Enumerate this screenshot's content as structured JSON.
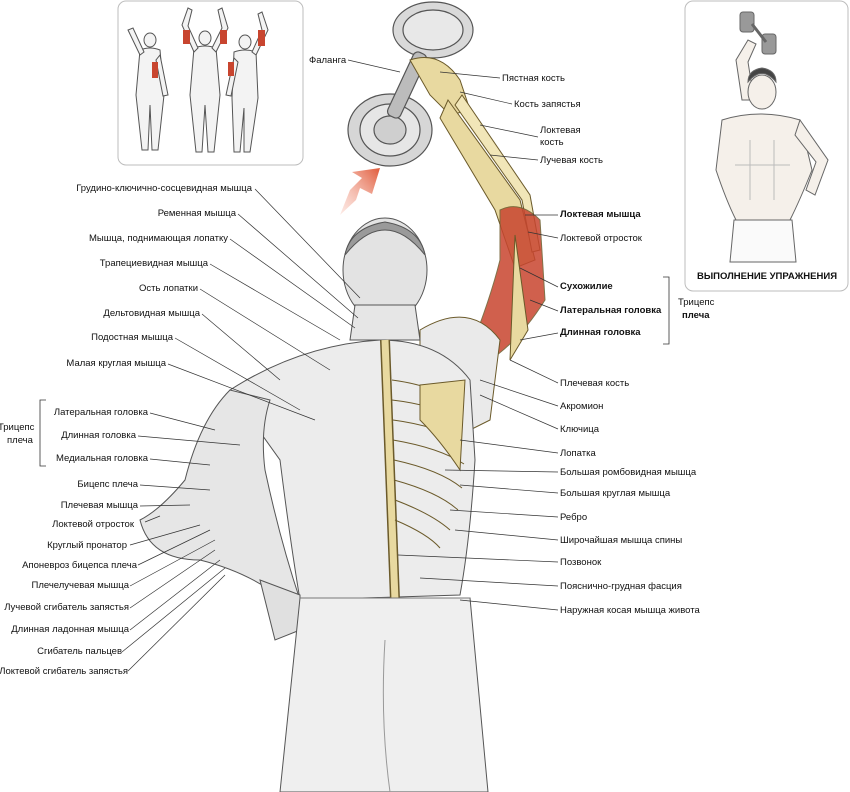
{
  "labels": {
    "right": [
      {
        "id": "falanga",
        "text": "Фаланга"
      },
      {
        "id": "pyastnaya",
        "text": "Пястная кость"
      },
      {
        "id": "zapyastya",
        "text": "Кость запястья"
      },
      {
        "id": "loktevaya_kost1",
        "text": "Локтевая"
      },
      {
        "id": "loktevaya_kost2",
        "text": "кость"
      },
      {
        "id": "luchevaya",
        "text": "Лучевая кость"
      },
      {
        "id": "loktevaya_myshca",
        "text": "Локтевая мышца"
      },
      {
        "id": "loktevoy_otrostok_r",
        "text": "Локтевой отросток"
      },
      {
        "id": "suhozhilie",
        "text": "Сухожилие"
      },
      {
        "id": "lat_golovka_r",
        "text": "Латеральная головка"
      },
      {
        "id": "dl_golovka_r",
        "text": "Длинная головка"
      },
      {
        "id": "triceps_r1",
        "text": "Трицепс"
      },
      {
        "id": "triceps_r2",
        "text": "плеча"
      },
      {
        "id": "plechevaya_kost",
        "text": "Плечевая кость"
      },
      {
        "id": "akromion",
        "text": "Акромион"
      },
      {
        "id": "klyuchica",
        "text": "Ключица"
      },
      {
        "id": "lopatka",
        "text": "Лопатка"
      },
      {
        "id": "romb",
        "text": "Большая ромбовидная мышца"
      },
      {
        "id": "bkr",
        "text": "Большая круглая мышца"
      },
      {
        "id": "rebro",
        "text": "Ребро"
      },
      {
        "id": "shir",
        "text": "Широчайшая мышца спины"
      },
      {
        "id": "pozvonok",
        "text": "Позвонок"
      },
      {
        "id": "fasc",
        "text": "Пояснично-грудная фасция"
      },
      {
        "id": "kosaya",
        "text": "Наружная косая мышца живота"
      }
    ],
    "left": [
      {
        "id": "grud",
        "text": "Грудино-ключично-сосцевидная мышца"
      },
      {
        "id": "remen",
        "text": "Ременная мышца"
      },
      {
        "id": "podn",
        "text": "Мышца, поднимающая лопатку"
      },
      {
        "id": "trap",
        "text": "Трапециевидная мышца"
      },
      {
        "id": "ost",
        "text": "Ость лопатки"
      },
      {
        "id": "delt",
        "text": "Дельтовидная мышца"
      },
      {
        "id": "podost",
        "text": "Подостная мышца"
      },
      {
        "id": "malkr",
        "text": "Малая круглая мышца"
      },
      {
        "id": "triceps_l1",
        "text": "Трицепс"
      },
      {
        "id": "triceps_l2",
        "text": "плеча"
      },
      {
        "id": "lat_l",
        "text": "Латеральная головка"
      },
      {
        "id": "dl_l",
        "text": "Длинная головка"
      },
      {
        "id": "med_l",
        "text": "Медиальная головка"
      },
      {
        "id": "biceps",
        "text": "Бицепс плеча"
      },
      {
        "id": "plechevaya_m",
        "text": "Плечевая мышца"
      },
      {
        "id": "lokt_otr_l",
        "text": "Локтевой отросток"
      },
      {
        "id": "krug_pron",
        "text": "Круглый пронатор"
      },
      {
        "id": "aponevroz",
        "text": "Апоневроз бицепса плеча"
      },
      {
        "id": "plecheluch",
        "text": "Плечелучевая мышца"
      },
      {
        "id": "luch_sgib",
        "text": "Лучевой сгибатель запястья"
      },
      {
        "id": "dl_ladon",
        "text": "Длинная ладонная мышца"
      },
      {
        "id": "sgib_palc",
        "text": "Сгибатель пальцев"
      },
      {
        "id": "lokt_sgib",
        "text": "Локтевой сгибатель запястья"
      }
    ],
    "exercise_caption": "ВЫПОЛНЕНИЕ УПРАЖНЕНИЯ"
  },
  "colors": {
    "muscle_highlight": "#c8452f",
    "bone": "#e8d9a0",
    "arrow": "#e05a3a",
    "line": "#333333"
  }
}
